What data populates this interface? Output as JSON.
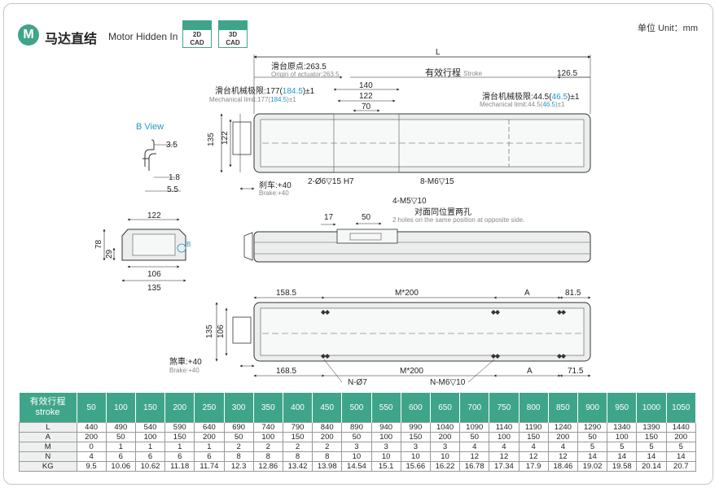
{
  "header": {
    "badge_letter": "M",
    "title_cn": "马达直结",
    "title_en": "Motor Hidden In",
    "cad_buttons": [
      {
        "line1": "2D",
        "line2": "CAD"
      },
      {
        "line1": "3D",
        "line2": "CAD"
      }
    ],
    "unit": "单位 Unit：mm"
  },
  "drawing": {
    "b_view": "B View",
    "b_view_dims": {
      "d1": "3.5",
      "d2": "1.8",
      "d3": "5.5"
    },
    "top_view": {
      "L": "L",
      "origin_cn": "滑台原点:263.5",
      "origin_en": "Origin of actuator:263.5",
      "stroke_cn": "有效行程",
      "stroke_en": "Stroke",
      "d126": "126.5",
      "d140": "140",
      "d122": "122",
      "d70": "70",
      "mech_left_cn_a": "滑台机械极限:177(",
      "mech_left_cn_b": "184.5",
      "mech_left_cn_c": ")±1",
      "mech_left_en_a": "Mechanical limit:177(",
      "mech_left_en_b": "184.5",
      "mech_left_en_c": ")±1",
      "mech_right_cn_a": "滑台机械极限:44.5(",
      "mech_right_cn_b": "46.5",
      "mech_right_cn_c": ")±1",
      "mech_right_en_a": "Mechanical limit:44.5(",
      "mech_right_en_b": "46.5",
      "mech_right_en_c": ")±1",
      "h135": "135",
      "h122": "122",
      "brake_cn": "刹车:+40",
      "brake_en": "Brake:+40",
      "hole1": "2-Ø6▽15 H7",
      "hole2": "8-M6▽15",
      "hole3": "4-M5▽10"
    },
    "end_view": {
      "w122": "122",
      "h78": "78",
      "h29": "29",
      "w106": "106",
      "w135": "135",
      "b": "B"
    },
    "side_view": {
      "d17": "17",
      "d50": "50",
      "opp_cn": "对面同位置两孔",
      "opp_en": "2 holes on the same position at opposite side."
    },
    "bottom_view": {
      "d158": "158.5",
      "m200_top": "M*200",
      "a_top": "A",
      "d81": "81.5",
      "h135": "135",
      "h106": "106",
      "brake_cn": "煞車:+40",
      "brake_en": "Brake:+40",
      "d168": "168.5",
      "m200_bottom": "M*200",
      "a_bottom": "A",
      "d71": "71.5",
      "n07": "N-Ø7",
      "nm6": "N-M6▽10"
    }
  },
  "spec_table": {
    "header_label_cn": "有效行程",
    "header_label_en": "stroke",
    "strokes": [
      "50",
      "100",
      "150",
      "200",
      "250",
      "300",
      "350",
      "400",
      "450",
      "500",
      "550",
      "600",
      "650",
      "700",
      "750",
      "800",
      "850",
      "900",
      "950",
      "1000",
      "1050"
    ],
    "rows": [
      {
        "label": "L",
        "values": [
          "440",
          "490",
          "540",
          "590",
          "640",
          "690",
          "740",
          "790",
          "840",
          "890",
          "940",
          "990",
          "1040",
          "1090",
          "1140",
          "1190",
          "1240",
          "1290",
          "1340",
          "1390",
          "1440"
        ]
      },
      {
        "label": "A",
        "values": [
          "200",
          "50",
          "100",
          "150",
          "200",
          "50",
          "100",
          "150",
          "200",
          "50",
          "100",
          "150",
          "200",
          "50",
          "100",
          "150",
          "200",
          "50",
          "100",
          "150",
          "200"
        ]
      },
      {
        "label": "M",
        "values": [
          "0",
          "1",
          "1",
          "1",
          "1",
          "2",
          "2",
          "2",
          "2",
          "3",
          "3",
          "3",
          "3",
          "4",
          "4",
          "4",
          "4",
          "5",
          "5",
          "5",
          "5"
        ]
      },
      {
        "label": "N",
        "values": [
          "4",
          "6",
          "6",
          "6",
          "6",
          "8",
          "8",
          "8",
          "8",
          "10",
          "10",
          "10",
          "10",
          "12",
          "12",
          "12",
          "12",
          "14",
          "14",
          "14",
          "14"
        ]
      },
      {
        "label": "KG",
        "values": [
          "9.5",
          "10.06",
          "10.62",
          "11.18",
          "11.74",
          "12.3",
          "12.86",
          "13.42",
          "13.98",
          "14.54",
          "15.1",
          "15.66",
          "16.22",
          "16.78",
          "17.34",
          "17.9",
          "18.46",
          "19.02",
          "19.58",
          "20.14",
          "20.7"
        ]
      }
    ]
  },
  "colors": {
    "accent": "#3fa58a",
    "highlight": "#1f96c8"
  }
}
